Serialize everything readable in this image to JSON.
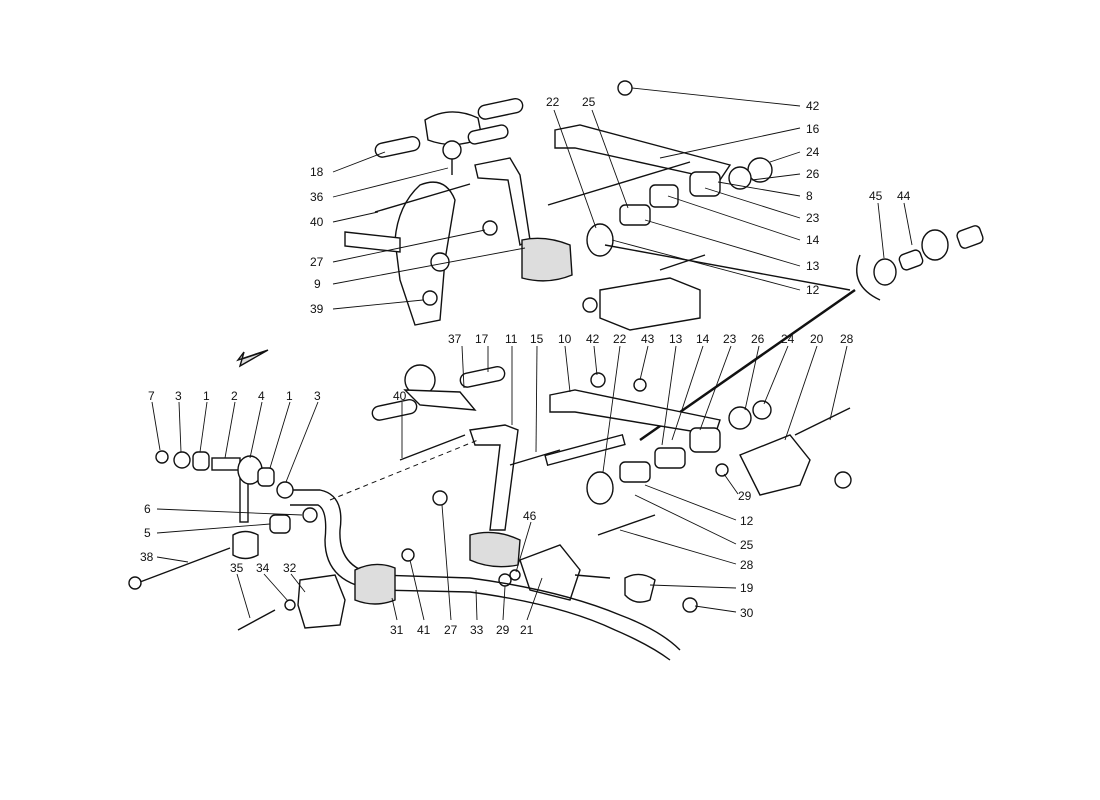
{
  "title": "Front suspension exploded parts diagram",
  "colors": {
    "ink": "#111111",
    "background": "#ffffff"
  },
  "icons": [
    "direction-arrow-icon"
  ],
  "callouts": {
    "top": [
      "18",
      "36",
      "40",
      "27",
      "9",
      "39",
      "22",
      "25",
      "42",
      "16",
      "24",
      "26",
      "8",
      "23",
      "14",
      "13",
      "12",
      "45",
      "44"
    ],
    "middle": [
      "37",
      "17",
      "11",
      "15",
      "10",
      "42",
      "22",
      "43",
      "13",
      "14",
      "23",
      "26",
      "24",
      "20",
      "28",
      "29",
      "12",
      "25",
      "28",
      "19",
      "30"
    ],
    "left": [
      "7",
      "3",
      "1",
      "2",
      "4",
      "1",
      "3",
      "40",
      "6",
      "5",
      "38",
      "35",
      "34",
      "32",
      "46",
      "31",
      "41",
      "27",
      "33",
      "29",
      "21"
    ]
  }
}
